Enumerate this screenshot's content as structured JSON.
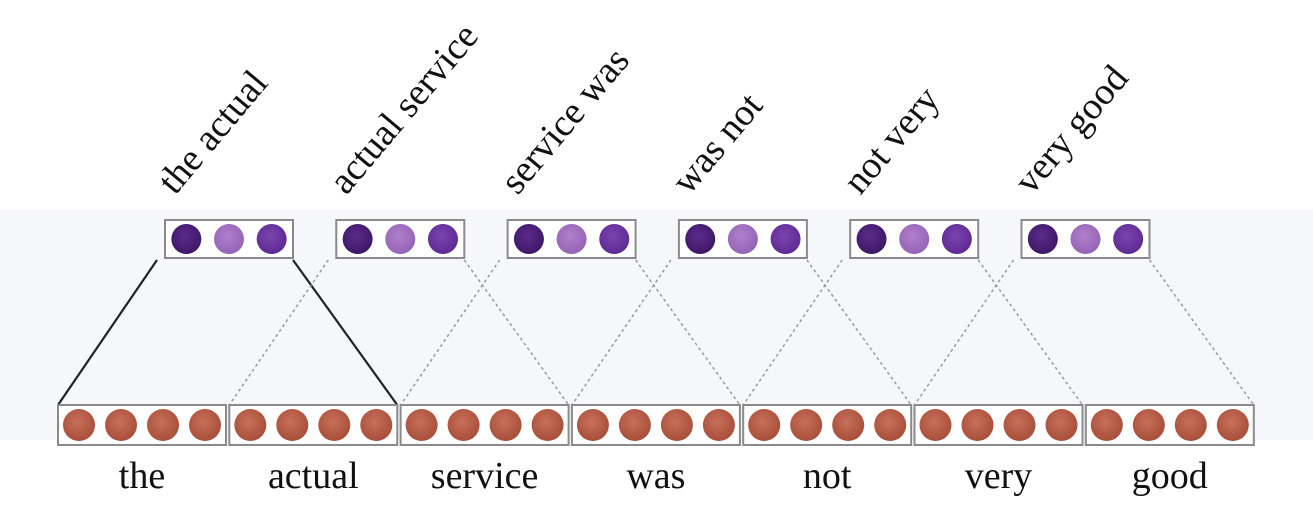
{
  "words": [
    "the",
    "actual",
    "service",
    "was",
    "not",
    "very",
    "good"
  ],
  "bigrams": [
    "the actual",
    "actual service",
    "service was",
    "was not",
    "not very",
    "very good"
  ],
  "input_vector_size": 4,
  "output_vector_size": 3,
  "highlighted_filter_index": 0,
  "colors": {
    "word_unit": "#b35a45",
    "filter_unit_dark": "#4a1f78",
    "filter_unit_light": "#a070c0",
    "filter_unit_mid": "#6a34a0",
    "box_border": "#8a8a8a",
    "solid_line": "#222222",
    "dotted_line": "#9a9a9a",
    "band": "#f6f7fa"
  },
  "icons": {
    "word_unit": "circle-icon",
    "filter_unit": "circle-icon"
  }
}
